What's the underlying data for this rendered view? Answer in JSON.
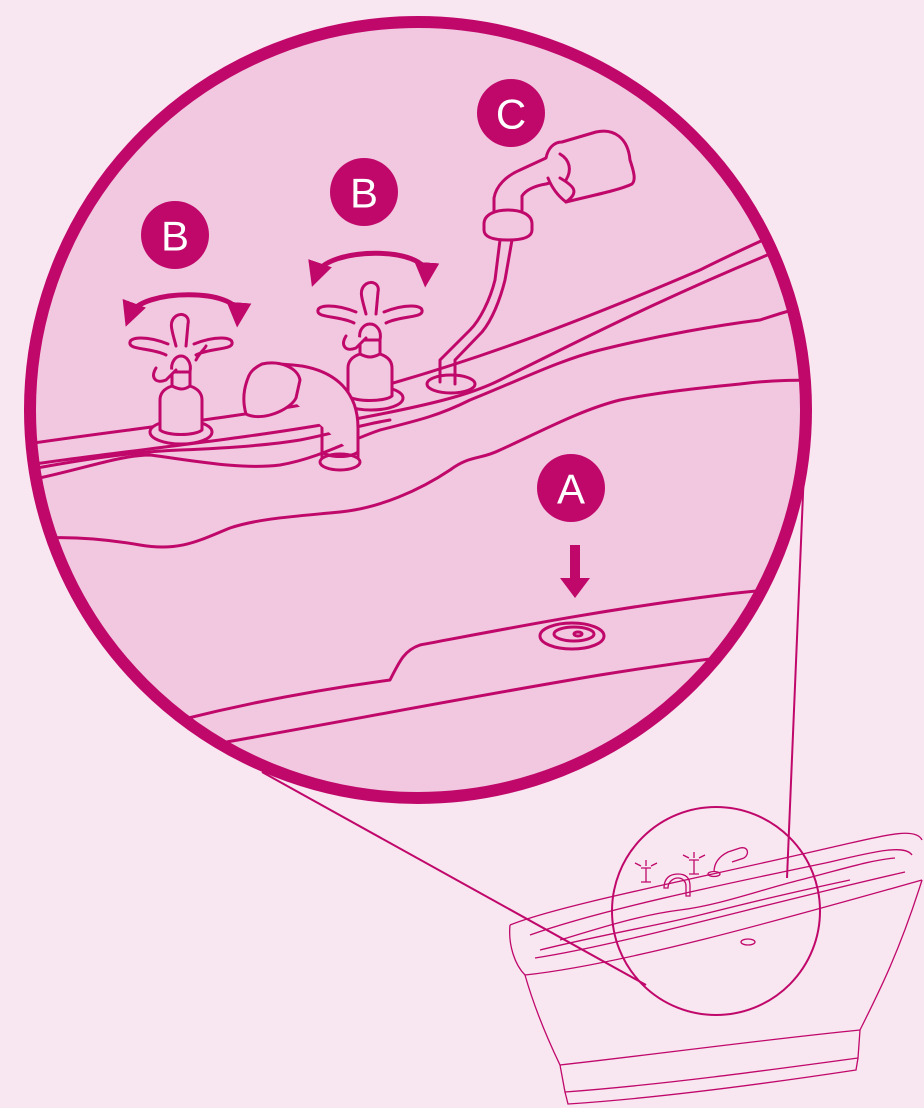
{
  "colors": {
    "background": "#f8e6f0",
    "zoom_fill": "#f1c8df",
    "line": "#c0086b",
    "badge": "#c0086b",
    "badge_text": "#ffffff"
  },
  "labels": {
    "drain": "A",
    "tap_left": "B",
    "tap_right": "B",
    "hand_shower": "C"
  },
  "icons": {
    "rotate_left": "rotate-arrows-icon",
    "rotate_right": "rotate-arrows-icon",
    "down_arrow": "arrow-down-icon"
  }
}
